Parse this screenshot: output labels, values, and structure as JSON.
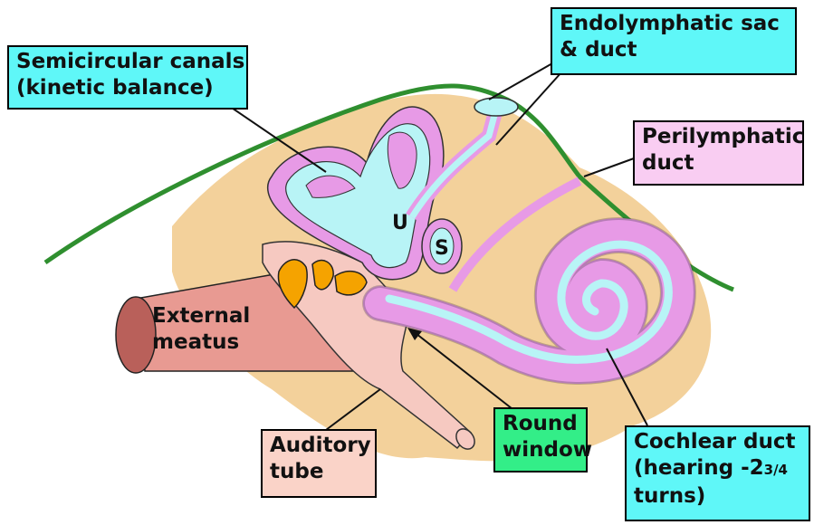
{
  "colors": {
    "bone": "#f3d19b",
    "membrane_green": "#2f8f2f",
    "perilymph_pink": "#e79ae6",
    "endolymph_cyan": "#b8f4f6",
    "ossicle_orange": "#f5a300",
    "middle_ear_pink": "#f6c9c1",
    "meatus_red": "#e89a92",
    "box_cyan": "#5ff7f8",
    "box_pink": "#f9cdf2",
    "box_green": "#33ee88",
    "box_peach": "#fad3c8"
  },
  "labels": {
    "semicircular": [
      "Semicircular canals",
      "(kinetic balance)"
    ],
    "endolymphatic": [
      "Endolymphatic sac",
      "& duct"
    ],
    "perilymphatic": [
      "Perilymphatic",
      "duct"
    ],
    "external_meatus": [
      "External",
      "meatus"
    ],
    "round_window": [
      "Round",
      "window"
    ],
    "auditory_tube": [
      "Auditory",
      "tube"
    ],
    "cochlear_duct": [
      "Cochlear duct",
      "(hearing -2",
      "3/4",
      "turns)"
    ]
  },
  "letters": {
    "utricle": "U",
    "saccule": "S"
  }
}
